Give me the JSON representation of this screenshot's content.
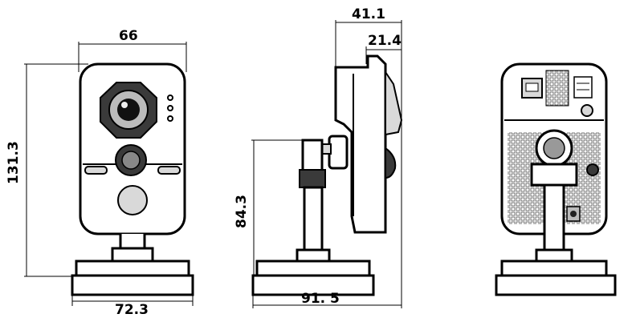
{
  "dimensions": {
    "front_width": "66",
    "front_height": "131.3",
    "base_width": "72.3",
    "side_depth_total": "41.1",
    "side_depth_lens": "21.4",
    "side_stand_height": "84.3",
    "side_base_depth": "91. 5"
  }
}
